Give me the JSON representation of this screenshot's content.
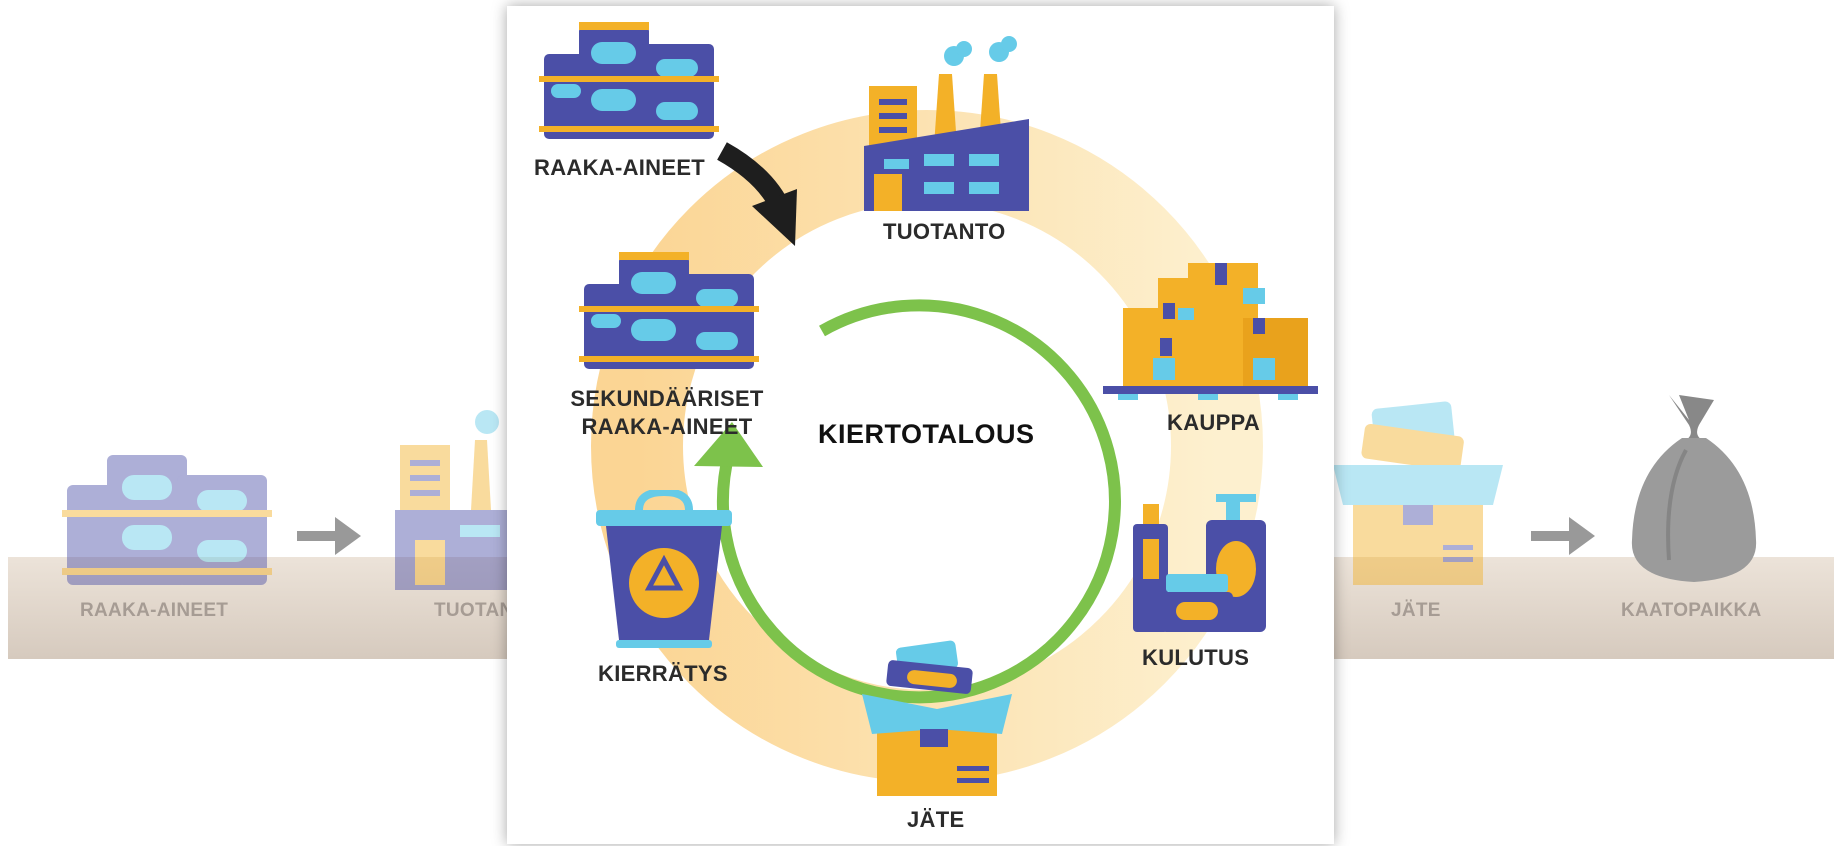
{
  "linear": {
    "raaka_aineet": "RAAKA-AINEET",
    "tuotanto_partial": "TUOTAN",
    "jate": "JÄTE",
    "kaatopaikka": "KAATOPAIKKA"
  },
  "cycle": {
    "title": "KIERTOTALOUS",
    "raaka_aineet": "RAAKA-AINEET",
    "tuotanto": "TUOTANTO",
    "kauppa": "KAUPPA",
    "kulutus": "KULUTUS",
    "jate": "JÄTE",
    "kierratys": "KIERRÄTYS",
    "sekundaariset_line1": "SEKUNDÄÄRISET",
    "sekundaariset_line2": "RAAKA-AINEET"
  },
  "colors": {
    "ring": "#fde7b9",
    "cycle_arrow": "#7dc24b",
    "input_arrow": "#1e1e1e",
    "icon_blue": "#4b4fa7",
    "icon_light": "#66cbe8",
    "icon_orange": "#f3b128"
  }
}
